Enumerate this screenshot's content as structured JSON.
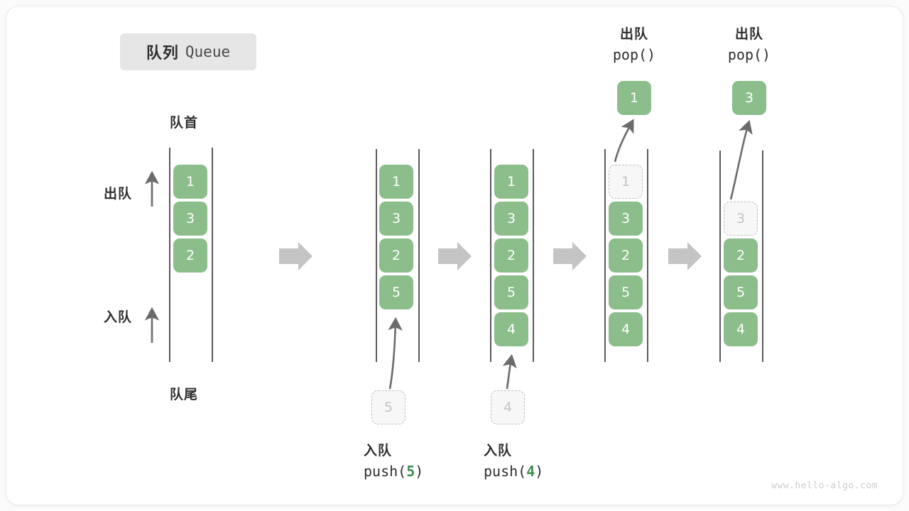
{
  "title": {
    "cn": "队列",
    "en": "Queue"
  },
  "labels": {
    "front": "队首",
    "rear": "队尾",
    "dequeue": "出队",
    "enqueue": "入队"
  },
  "watermark": "www.hello-algo.com",
  "colors": {
    "element": "#8cbe8c",
    "ghost_fill": "#f7f7f7",
    "ghost_border": "#c0c0c0",
    "rail": "#5a5a5a",
    "arrow": "#6b6b6b",
    "step_arrow": "#c4c4c4",
    "accent_text": "#3f8f4f",
    "chip_bg": "#e6e6e6"
  },
  "stages": [
    {
      "id": "stage-initial",
      "items": [
        "1",
        "3",
        "2"
      ],
      "ghost_index": -1,
      "incoming": null,
      "popped": null,
      "caption": null,
      "head_caption": null
    },
    {
      "id": "stage-push-5",
      "items": [
        "1",
        "3",
        "2",
        "5"
      ],
      "ghost_index": -1,
      "incoming": "5",
      "popped": null,
      "caption": {
        "line1": "入队",
        "fn": "push(",
        "arg": "5",
        "fn_end": ")"
      },
      "head_caption": null
    },
    {
      "id": "stage-push-4",
      "items": [
        "1",
        "3",
        "2",
        "5",
        "4"
      ],
      "ghost_index": -1,
      "incoming": "4",
      "popped": null,
      "caption": {
        "line1": "入队",
        "fn": "push(",
        "arg": "4",
        "fn_end": ")"
      },
      "head_caption": null
    },
    {
      "id": "stage-pop-1",
      "items": [
        "1",
        "3",
        "2",
        "5",
        "4"
      ],
      "ghost_index": 0,
      "incoming": null,
      "popped": "1",
      "caption": null,
      "head_caption": {
        "line1": "出队",
        "line2": "pop()"
      }
    },
    {
      "id": "stage-pop-3",
      "items": [
        "3",
        "2",
        "5",
        "4"
      ],
      "ghost_index": 0,
      "incoming": null,
      "popped": "3",
      "caption": null,
      "head_caption": {
        "line1": "出队",
        "line2": "pop()"
      }
    }
  ]
}
